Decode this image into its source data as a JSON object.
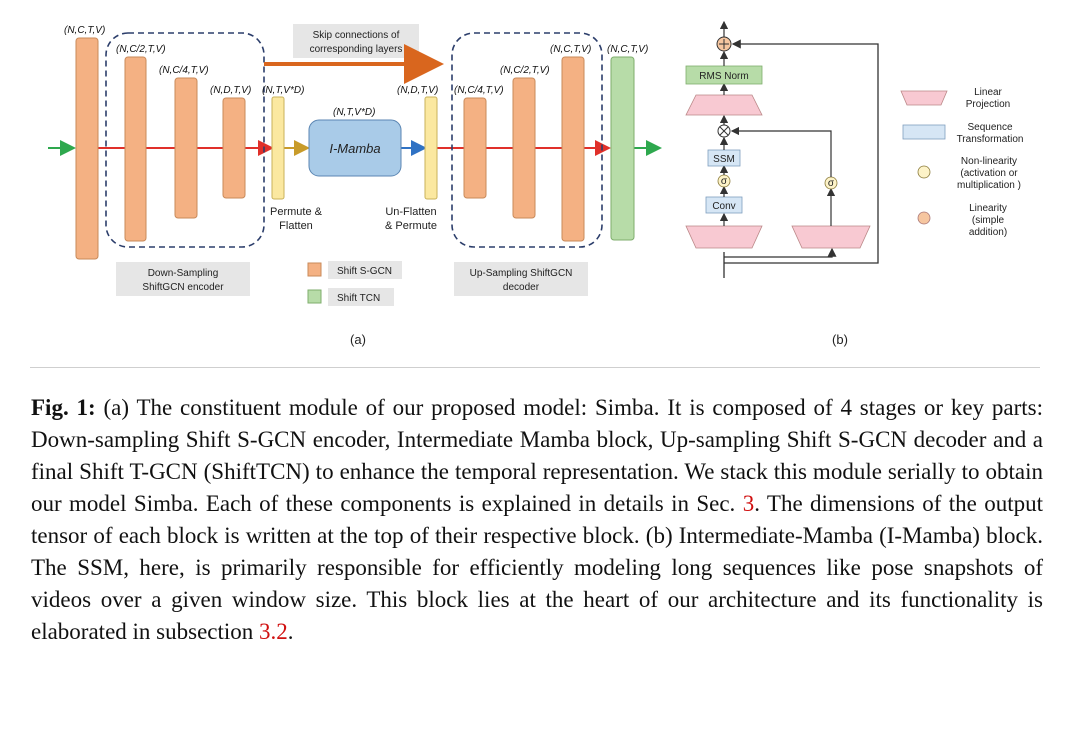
{
  "figure": {
    "panel_a": {
      "dims": {
        "input": "(N,C,T,V)",
        "enc1": "(N,C/2,T,V)",
        "enc2": "(N,C/4,T,V)",
        "enc3": "(N,D,T,V)",
        "permute": "(N,T,V*D)",
        "mamba": "(N,T,V*D)",
        "unflatten": "(N,D,T,V)",
        "dec1": "(N,C/4,T,V)",
        "dec2": "(N,C/2,T,V)",
        "dec3": "(N,C,T,V)",
        "tcn": "(N,C,T,V)"
      },
      "skip_line1": "Skip connections of",
      "skip_line2": "corresponding layers",
      "mamba_label": "I-Mamba",
      "permute_line1": "Permute &",
      "permute_line2": "Flatten",
      "unflatten_line1": "Un-Flatten",
      "unflatten_line2": "& Permute",
      "encoder_line1": "Down-Sampling",
      "encoder_line2": "ShiftGCN encoder",
      "decoder_line1": "Up-Sampling ShiftGCN",
      "decoder_line2": "decoder",
      "legend_sgcn": "Shift S-GCN",
      "legend_tcn": "Shift TCN",
      "panel_label": "(a)"
    },
    "panel_b": {
      "rms_norm": "RMS Norm",
      "ssm": "SSM",
      "conv": "Conv",
      "sigma": "σ",
      "legend_linear_1": "Linear",
      "legend_linear_2": "Projection",
      "legend_seq_1": "Sequence",
      "legend_seq_2": "Transformation",
      "legend_nonlin_1": "Non-linearity",
      "legend_nonlin_2": "(activation or",
      "legend_nonlin_3": "multiplication )",
      "legend_lin_1": "Linearity",
      "legend_lin_2": "(simple",
      "legend_lin_3": "addition)",
      "panel_label": "(b)"
    },
    "colors": {
      "sgcn": "#f4b183",
      "tcn": "#b7dca8",
      "mamba": "#a9cbe8",
      "permute": "#fbe8a0",
      "linear_proj": "#f8c9d2",
      "seq_transform": "#d6e6f5",
      "arrow_red": "#e0302a",
      "arrow_green": "#2ea84e",
      "skip_arrow": "#d9661e"
    }
  },
  "caption": {
    "fig_label": "Fig. 1:",
    "text_part1": " (a) The constituent module of our proposed model: Simba. It is composed of 4 stages or key parts: Down-sampling Shift S-GCN encoder, Intermediate Mamba block, Up-sampling Shift S-GCN decoder and a final Shift T-GCN (ShiftTCN) to enhance the temporal representation. We stack this module serially to obtain our model Simba. Each of these components is explained in details in Sec. ",
    "ref_sec": "3",
    "text_part2": ". The dimensions of the output tensor of each block is written at the top of their respective block. (b) Intermediate-Mamba (I-Mamba) block. The SSM, here, is primarily responsible for efficiently modeling long sequences like pose snapshots of videos over a given window size. This block lies at the heart of our architecture and its functionality is elaborated in subsection ",
    "ref_subsec": "3.2",
    "text_part3": "."
  }
}
